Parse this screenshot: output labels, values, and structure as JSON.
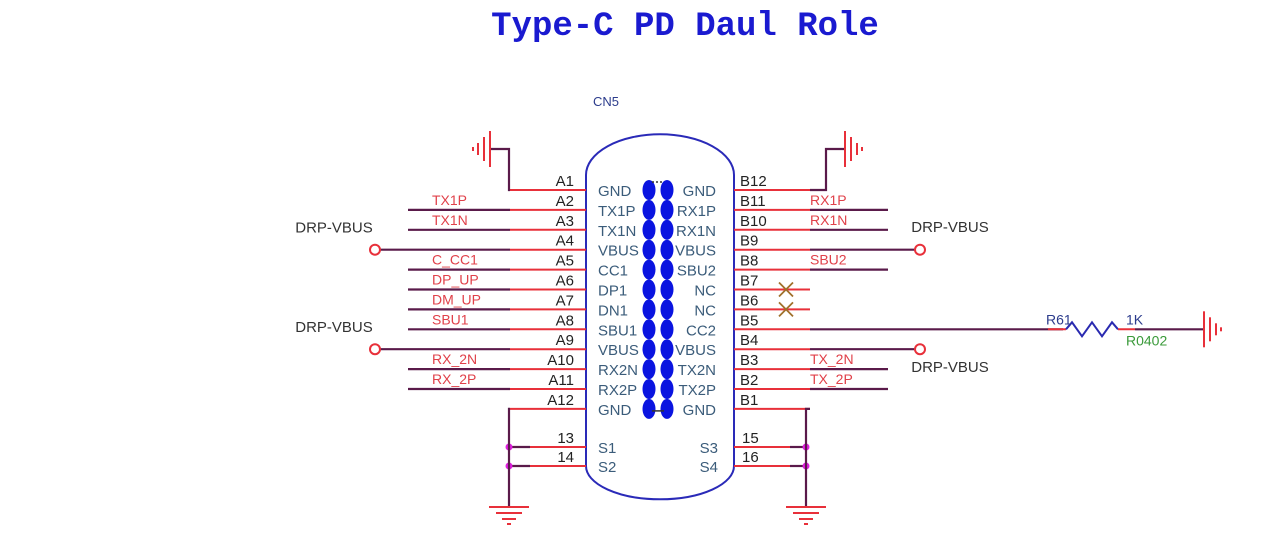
{
  "title": "Type-C PD Daul Role",
  "connector": {
    "refdes": "CN5",
    "left_pins": [
      {
        "num": "A1",
        "name": "GND",
        "net": "",
        "conn": "gnd"
      },
      {
        "num": "A2",
        "name": "TX1P",
        "net": "TX1P",
        "conn": "net"
      },
      {
        "num": "A3",
        "name": "TX1N",
        "net": "TX1N",
        "conn": "net"
      },
      {
        "num": "A4",
        "name": "VBUS",
        "net": "",
        "conn": "port"
      },
      {
        "num": "A5",
        "name": "CC1",
        "net": "C_CC1",
        "conn": "net"
      },
      {
        "num": "A6",
        "name": "DP1",
        "net": "DP_UP",
        "conn": "net"
      },
      {
        "num": "A7",
        "name": "DN1",
        "net": "DM_UP",
        "conn": "net"
      },
      {
        "num": "A8",
        "name": "SBU1",
        "net": "SBU1",
        "conn": "net"
      },
      {
        "num": "A9",
        "name": "VBUS",
        "net": "",
        "conn": "port"
      },
      {
        "num": "A10",
        "name": "RX2N",
        "net": "RX_2N",
        "conn": "net"
      },
      {
        "num": "A11",
        "name": "RX2P",
        "net": "RX_2P",
        "conn": "net"
      },
      {
        "num": "A12",
        "name": "GND",
        "net": "",
        "conn": "gnd"
      }
    ],
    "right_pins": [
      {
        "num": "B12",
        "name": "GND",
        "net": "",
        "conn": "gnd"
      },
      {
        "num": "B11",
        "name": "RX1P",
        "net": "RX1P",
        "conn": "net"
      },
      {
        "num": "B10",
        "name": "RX1N",
        "net": "RX1N",
        "conn": "net"
      },
      {
        "num": "B9",
        "name": "VBUS",
        "net": "",
        "conn": "port"
      },
      {
        "num": "B8",
        "name": "SBU2",
        "net": "SBU2",
        "conn": "net"
      },
      {
        "num": "B7",
        "name": "NC",
        "net": "",
        "conn": "nc"
      },
      {
        "num": "B6",
        "name": "NC",
        "net": "",
        "conn": "nc"
      },
      {
        "num": "B5",
        "name": "CC2",
        "net": "",
        "conn": "resistor"
      },
      {
        "num": "B4",
        "name": "VBUS",
        "net": "",
        "conn": "port"
      },
      {
        "num": "B3",
        "name": "TX2N",
        "net": "TX_2N",
        "conn": "net"
      },
      {
        "num": "B2",
        "name": "TX2P",
        "net": "TX_2P",
        "conn": "net"
      },
      {
        "num": "B1",
        "name": "GND",
        "net": "",
        "conn": "gnd"
      }
    ],
    "shield_left": [
      {
        "num": "13",
        "name": "S1"
      },
      {
        "num": "14",
        "name": "S2"
      }
    ],
    "shield_right": [
      {
        "num": "15",
        "name": "S3"
      },
      {
        "num": "16",
        "name": "S4"
      }
    ]
  },
  "ports": {
    "left_top": "DRP-VBUS",
    "left_bottom": "DRP-VBUS",
    "right_top": "DRP-VBUS",
    "right_bottom": "DRP-VBUS"
  },
  "resistor": {
    "refdes": "R61",
    "value": "1K",
    "footprint": "R0402"
  },
  "colors": {
    "title": "#1a1ad0",
    "wire": "#5a1a4a",
    "pin": "#e8303a",
    "body": "#2a2ab8",
    "bridge": "#0a14e0",
    "junction": "#e020e0",
    "nc_mark": "#a0702a"
  }
}
